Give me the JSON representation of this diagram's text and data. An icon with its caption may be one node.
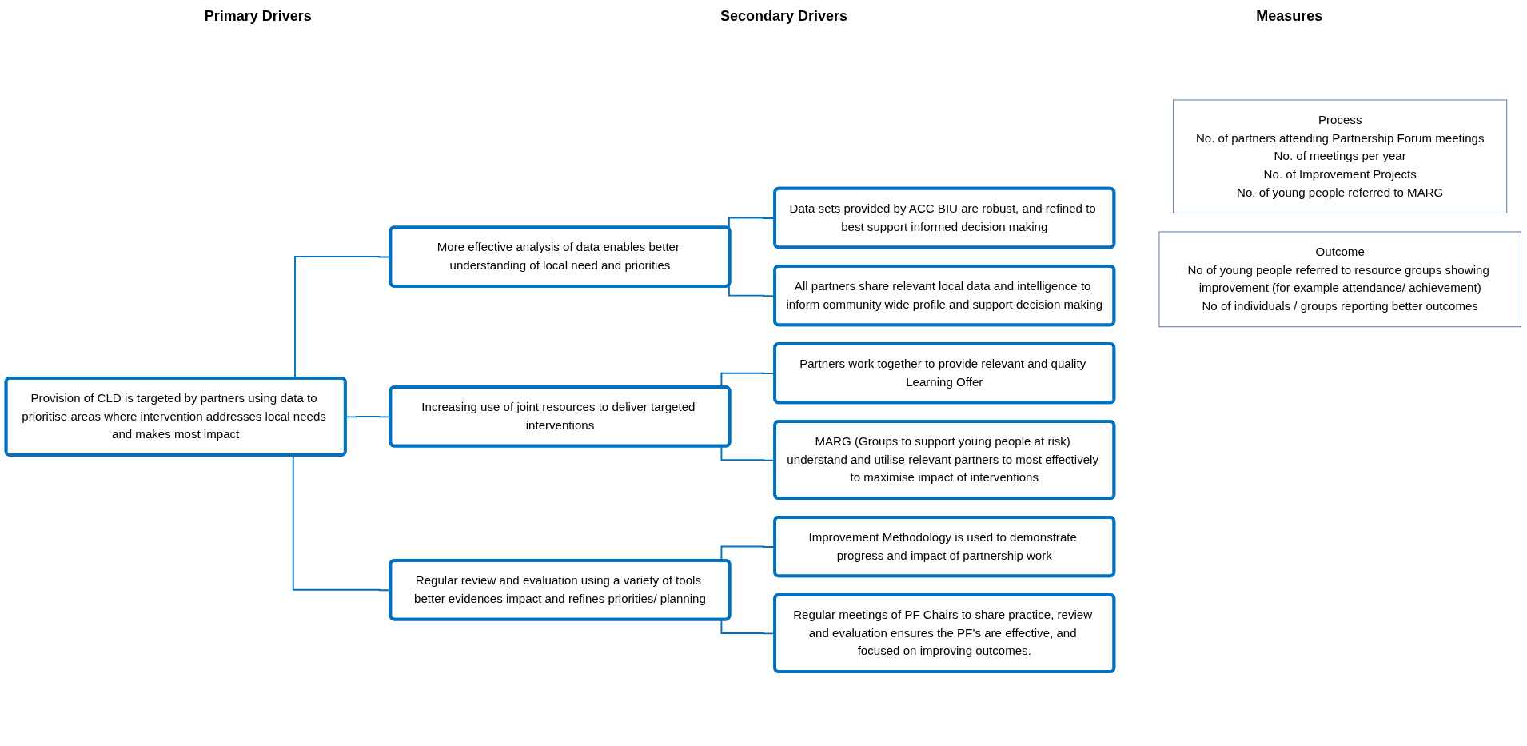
{
  "diagram": {
    "nodes": [
      {
        "text": [
          "Provision of CLD is targeted by partners using data to prioritise areas where intervention addresses local needs and makes most impact"
        ]
      },
      {
        "text": [
          "More effective analysis of data enables better understanding of local need and priorities"
        ]
      },
      {
        "text": [
          "Increasing use of joint resources to deliver targeted interventions"
        ]
      },
      {
        "text": [
          "Regular review and evaluation using a variety of tools better evidences impact and refines priorities/ planning"
        ]
      },
      {
        "text": [
          "Data sets provided by ACC BIU are robust, and refined to best support informed decision making"
        ]
      },
      {
        "text": [
          "All partners share relevant local data and intelligence to inform community wide profile and support decision making"
        ]
      },
      {
        "text": [
          "Partners work together to provide relevant and quality Learning Offer"
        ]
      },
      {
        "text": [
          "MARG (Groups to support young people at risk) understand and utilise relevant partners to most effectively to maximise impact of interventions"
        ]
      },
      {
        "text": [
          "Improvement Methodology is used to demonstrate progress and impact of partnership work"
        ]
      },
      {
        "text": [
          "Regular meetings of PF Chairs to share practice, review and evaluation ensures the PF’s are effective, and focused on improving outcomes."
        ]
      },
      {
        "text": [
          "Process",
          "No. of partners attending Partnership Forum meetings",
          "No. of meetings per year",
          "No. of Improvement Projects",
          "No. of young people referred to MARG"
        ]
      },
      {
        "text": [
          "Outcome",
          "No of young people referred to resource groups showing improvement (for example attendance/ achievement)",
          "No of individuals / groups reporting better outcomes"
        ]
      }
    ],
    "edges": [
      {
        "from": 0,
        "to": 1,
        "arrow": "none"
      },
      {
        "from": 0,
        "to": 2,
        "arrow": "none"
      },
      {
        "from": 0,
        "to": 3,
        "arrow": "none"
      },
      {
        "from": 1,
        "to": 4,
        "arrow": "none"
      },
      {
        "from": 1,
        "to": 5,
        "arrow": "none"
      },
      {
        "from": 2,
        "to": 6,
        "arrow": "none"
      },
      {
        "from": 2,
        "to": 7,
        "arrow": "none"
      },
      {
        "from": 3,
        "to": 8,
        "arrow": "none"
      },
      {
        "from": 3,
        "to": 9,
        "arrow": "none"
      }
    ],
    "labels": [
      "Primary Drivers",
      "Secondary Drivers",
      "Measures"
    ]
  }
}
